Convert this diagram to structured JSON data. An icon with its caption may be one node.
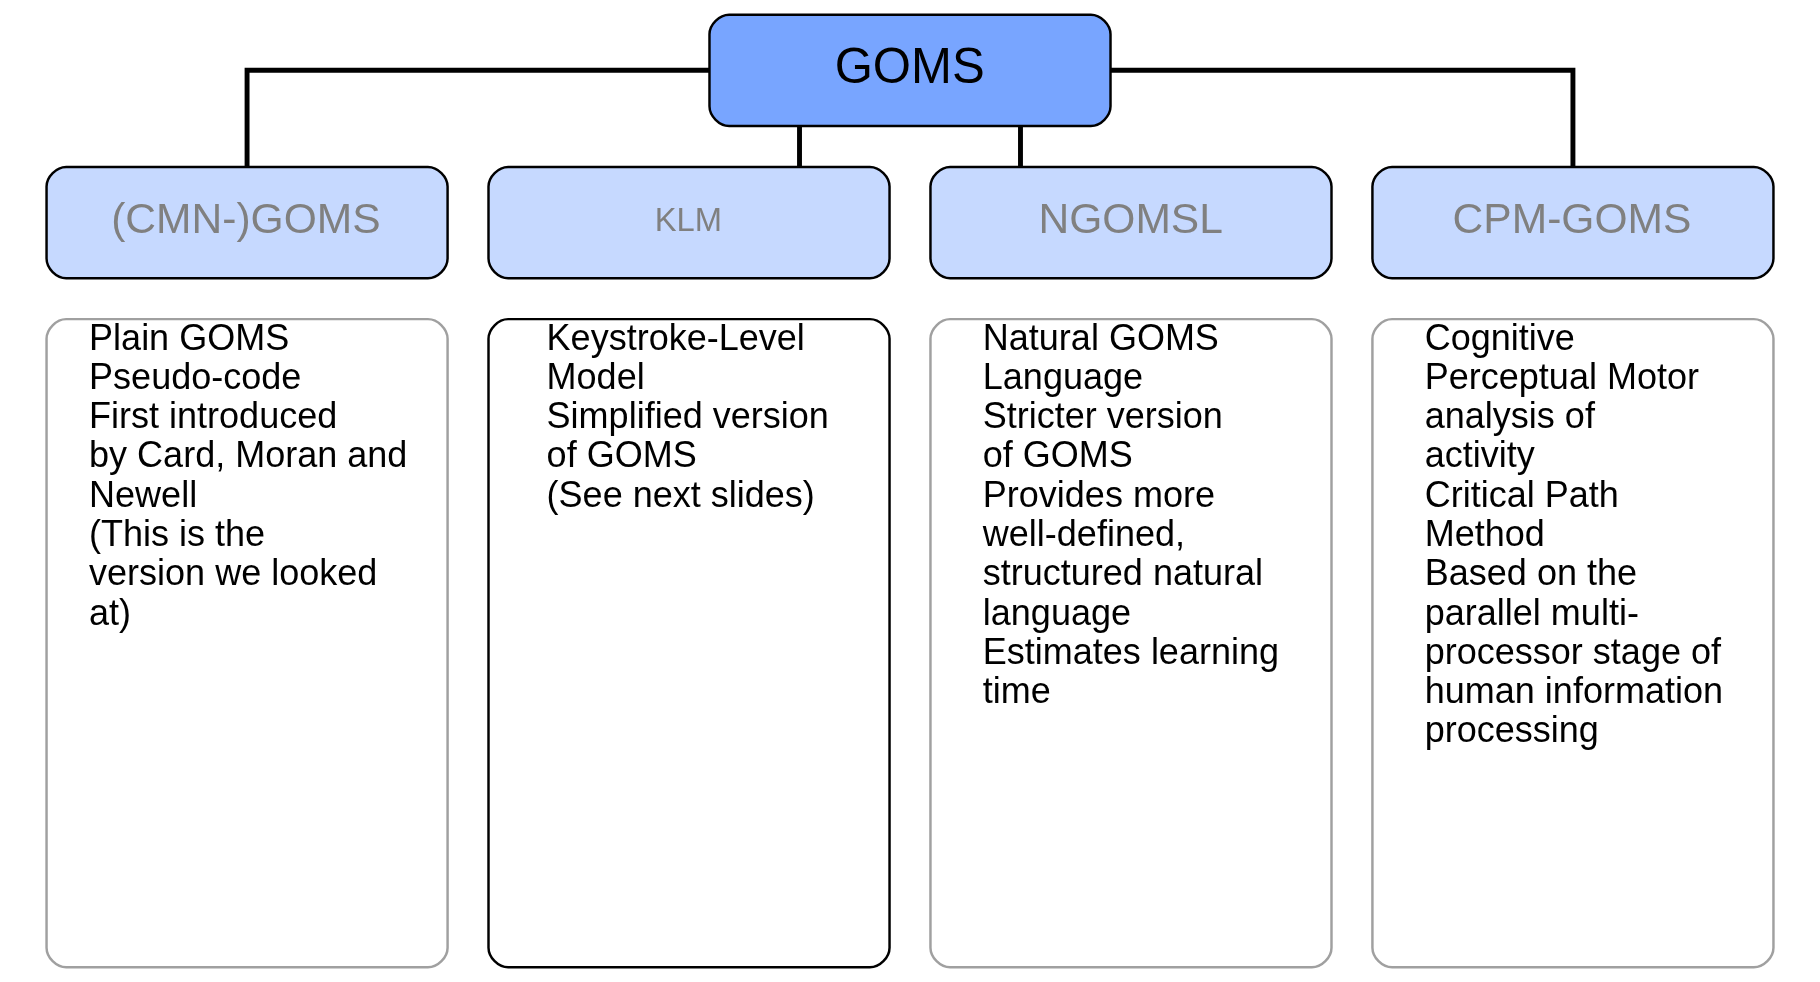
{
  "diagram": {
    "nodes": [
      {
        "text": [
          "GOMS"
        ]
      },
      {
        "text": [
          "(CMN-)GOMS"
        ]
      },
      {
        "text": [
          "KLM"
        ]
      },
      {
        "text": [
          "NGOMSL"
        ]
      },
      {
        "text": [
          "CPM-GOMS"
        ]
      },
      {
        "text": [
          "Plain GOMS",
          "Pseudo-code",
          "First introduced by Card, Moran and Newell",
          "(This is the version we looked at)"
        ]
      },
      {
        "text": [
          "Keystroke-Level Model",
          "Simplified version of GOMS",
          "(See next slides)"
        ]
      },
      {
        "text": [
          "Natural GOMS Language",
          "Stricter version of GOMS",
          "Provides more well-defined, structured natural language",
          "Estimates learning time"
        ]
      },
      {
        "text": [
          "Cognitive Perceptual Motor analysis of activity",
          "Critical Path Method",
          "Based on the parallel multi-processor stage of human information processing"
        ]
      }
    ],
    "edges": [
      {
        "from": 0,
        "to": 1,
        "arrow": "none"
      },
      {
        "from": 0,
        "to": 2,
        "arrow": "none"
      },
      {
        "from": 0,
        "to": 3,
        "arrow": "none"
      },
      {
        "from": 0,
        "to": 4,
        "arrow": "none"
      }
    ]
  }
}
